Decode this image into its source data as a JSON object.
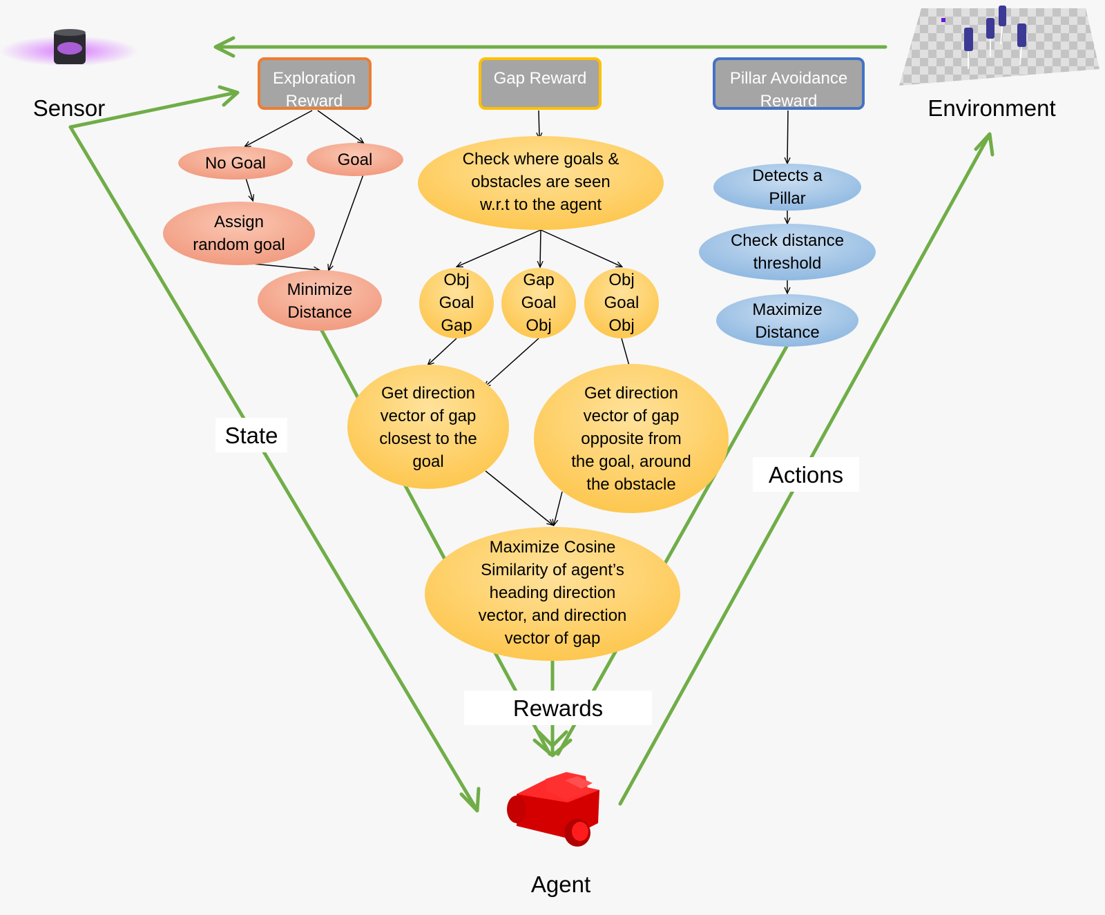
{
  "labels": {
    "sensor": "Sensor",
    "environment": "Environment",
    "agent": "Agent",
    "state": "State",
    "actions": "Actions",
    "rewards": "Rewards"
  },
  "reward_boxes": {
    "exploration": [
      "Exploration",
      "Reward"
    ],
    "gap": [
      "Gap Reward"
    ],
    "pillar": [
      "Pillar Avoidance",
      "Reward"
    ]
  },
  "exploration_nodes": {
    "no_goal": [
      "No Goal"
    ],
    "goal": [
      "Goal"
    ],
    "assign_random_goal": [
      "Assign",
      "random goal"
    ],
    "minimize_distance": [
      "Minimize",
      "Distance"
    ]
  },
  "gap_nodes": {
    "check_where": [
      "Check where goals &",
      "obstacles are seen",
      "w.r.t to the agent"
    ],
    "obj_goal_gap": [
      "Obj",
      "Goal",
      "Gap"
    ],
    "gap_goal_obj": [
      "Gap",
      "Goal",
      "Obj"
    ],
    "obj_goal_obj": [
      "Obj",
      "Goal",
      "Obj"
    ],
    "dir_closest": [
      "Get direction",
      "vector of gap",
      "closest to the",
      "goal"
    ],
    "dir_opposite": [
      "Get direction",
      "vector of gap",
      "opposite from",
      "the goal, around",
      "the obstacle"
    ],
    "max_cosine": [
      "Maximize Cosine",
      "Similarity of agent’s",
      "heading direction",
      "vector, and direction",
      "vector of gap"
    ]
  },
  "pillar_nodes": {
    "detects_pillar": [
      "Detects a",
      "Pillar"
    ],
    "check_threshold": [
      "Check distance",
      "threshold"
    ],
    "maximize_distance": [
      "Maximize",
      "Distance"
    ]
  },
  "colors": {
    "green_arrow": "#70ad47",
    "salmon_node": "#f4a58c",
    "orange_node": "#ffd15e",
    "blue_node": "#9dc3e6",
    "box_fill": "#a5a5a5",
    "exploration_border": "#ed7d31",
    "gap_border": "#ffc000",
    "pillar_border": "#4472c4"
  },
  "icons": {
    "sensor": "lidar-sensor-icon",
    "environment": "checkerboard-environment-icon",
    "agent": "red-robot-car-icon"
  }
}
